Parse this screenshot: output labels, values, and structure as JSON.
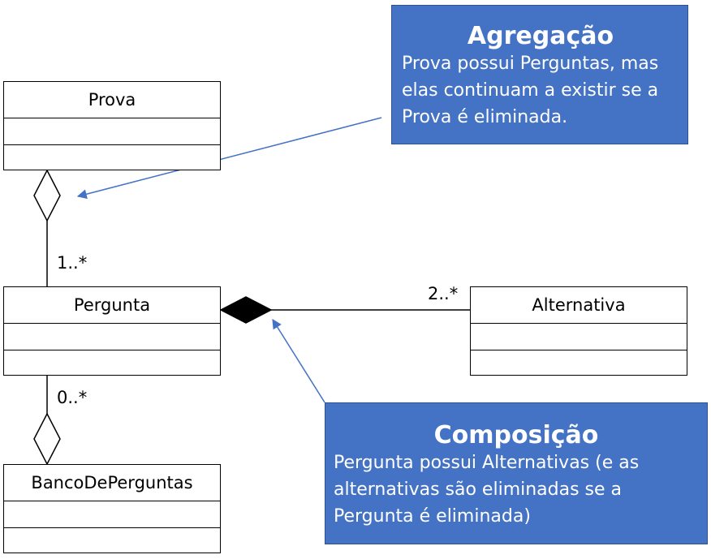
{
  "classes": {
    "prova": "Prova",
    "pergunta": "Pergunta",
    "alternativa": "Alternativa",
    "banco": "BancoDePerguntas"
  },
  "multiplicities": {
    "prova_pergunta": "1..*",
    "pergunta_alternativa": "2..*",
    "pergunta_banco": "0..*"
  },
  "callouts": {
    "agregacao": {
      "title": "Agregação",
      "text": "Prova possui Perguntas, mas elas continuam a existir se a Prova é eliminada."
    },
    "composicao": {
      "title": "Composição",
      "text": "Pergunta possui Alternativas (e as alternativas são eliminadas se a Pergunta é eliminada)"
    }
  },
  "colors": {
    "callout_fill": "#4472C4",
    "callout_border": "#2F528F",
    "pointer_line": "#4472C4"
  }
}
